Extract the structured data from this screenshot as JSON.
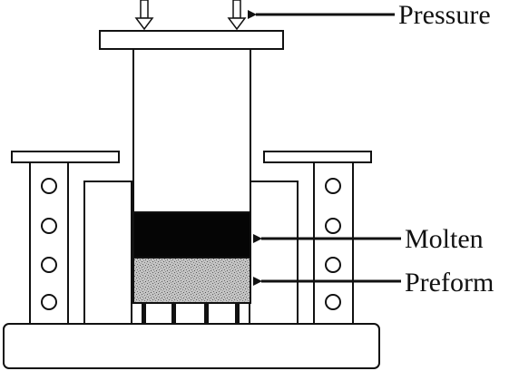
{
  "labels": {
    "pressure": "Pressure",
    "molten": "Molten",
    "preform": "Preform"
  },
  "colors": {
    "stroke": "#111111",
    "fill": "#ffffff",
    "molten": "#050505",
    "preform": "#b8b8b8"
  }
}
